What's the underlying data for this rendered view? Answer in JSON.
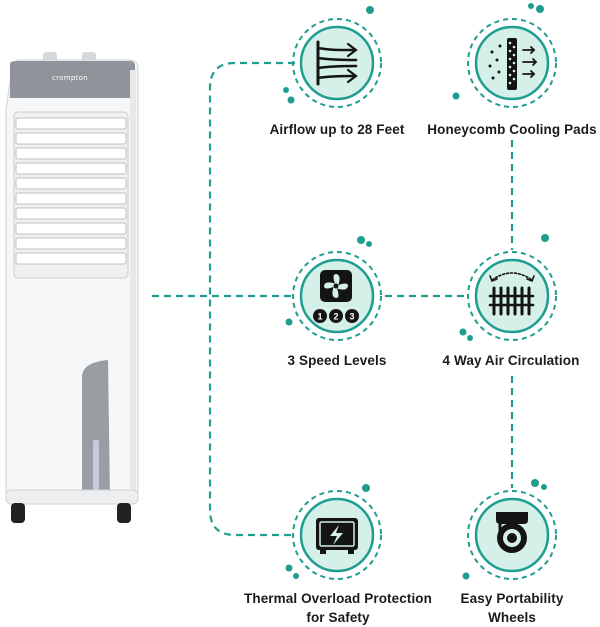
{
  "product": {
    "name": "air-cooler",
    "brand_text": "crompton",
    "body_color": "#f4f5f6",
    "panel_color": "#8f949a"
  },
  "theme": {
    "accent": "#1f9e8f",
    "circle_fill": "#d5efe9",
    "icon_color": "#141414"
  },
  "features": [
    {
      "id": "airflow",
      "lines": [
        "Airflow up to 28 Feet"
      ],
      "icon": "airflow-icon"
    },
    {
      "id": "honeycomb",
      "lines": [
        "Honeycomb Cooling Pads"
      ],
      "icon": "honeycomb-pad-icon"
    },
    {
      "id": "speed",
      "lines": [
        "3 Speed Levels"
      ],
      "icon": "fan-speed-icon",
      "speed_digits": [
        "1",
        "2",
        "3"
      ]
    },
    {
      "id": "circulation",
      "lines": [
        "4 Way Air Circulation"
      ],
      "icon": "air-circulation-icon"
    },
    {
      "id": "thermal",
      "lines": [
        "Thermal Overload Protection",
        "for Safety"
      ],
      "icon": "thermal-protection-icon"
    },
    {
      "id": "portability",
      "lines": [
        "Easy Portability",
        "Wheels"
      ],
      "icon": "caster-wheel-icon"
    }
  ]
}
